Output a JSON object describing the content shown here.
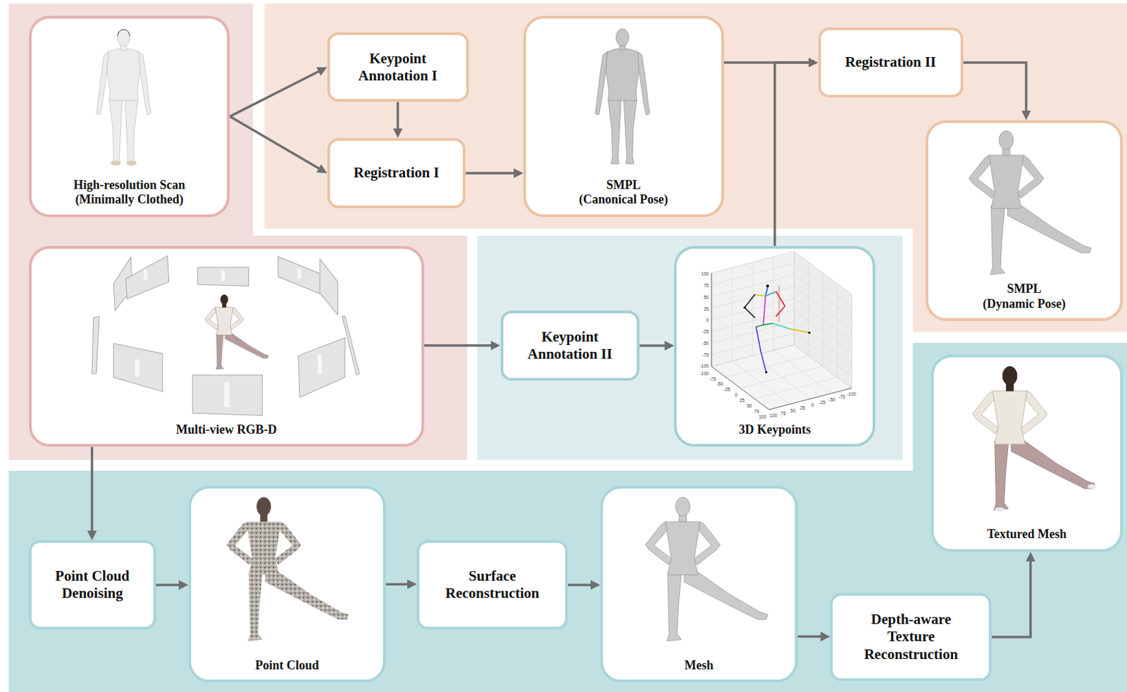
{
  "diagram": {
    "nodes": [
      {
        "text": [
          "High-resolution Scan (Minimally Clothed)"
        ]
      },
      {
        "text": [
          "Keypoint Annotation I"
        ]
      },
      {
        "text": [
          "Registration I"
        ]
      },
      {
        "text": [
          "SMPL (Canonical Pose)"
        ]
      },
      {
        "text": [
          "Registration II"
        ]
      },
      {
        "text": [
          "SMPL (Dynamic Pose)"
        ]
      },
      {
        "text": [
          "Multi-view RGB-D"
        ]
      },
      {
        "text": [
          "Keypoint Annotation II"
        ]
      },
      {
        "text": [
          "3D Keypoints"
        ]
      },
      {
        "text": [
          "Point Cloud Denoising"
        ]
      },
      {
        "text": [
          "Point Cloud"
        ]
      },
      {
        "text": [
          "Surface Reconstruction"
        ]
      },
      {
        "text": [
          "Mesh"
        ]
      },
      {
        "text": [
          "Depth-aware Texture Reconstruction"
        ]
      },
      {
        "text": [
          "Textured Mesh"
        ]
      }
    ],
    "edges": [
      {
        "from": 0,
        "to": 1,
        "arrow": "to"
      },
      {
        "from": 0,
        "to": 2,
        "arrow": "to"
      },
      {
        "from": 1,
        "to": 2,
        "arrow": "to"
      },
      {
        "from": 2,
        "to": 3,
        "arrow": "to"
      },
      {
        "from": 3,
        "to": 4,
        "arrow": "to"
      },
      {
        "from": 8,
        "to": 4,
        "arrow": "to"
      },
      {
        "from": 4,
        "to": 5,
        "arrow": "to"
      },
      {
        "from": 6,
        "to": 7,
        "arrow": "to"
      },
      {
        "from": 7,
        "to": 8,
        "arrow": "to"
      },
      {
        "from": 6,
        "to": 9,
        "arrow": "to"
      },
      {
        "from": 9,
        "to": 10,
        "arrow": "to"
      },
      {
        "from": 10,
        "to": 11,
        "arrow": "to"
      },
      {
        "from": 11,
        "to": 12,
        "arrow": "to"
      },
      {
        "from": 12,
        "to": 13,
        "arrow": "to"
      },
      {
        "from": 13,
        "to": 14,
        "arrow": "to"
      }
    ],
    "labels": [
      "100",
      "75",
      "50",
      "25",
      "0",
      "-25",
      "-50",
      "-75",
      "-100",
      "-100",
      "-75",
      "-50",
      "-25",
      "0",
      "25",
      "50",
      "75",
      "100",
      "100",
      "75",
      "50",
      "25",
      "0",
      "-25",
      "-50",
      "-75",
      "-100"
    ]
  }
}
